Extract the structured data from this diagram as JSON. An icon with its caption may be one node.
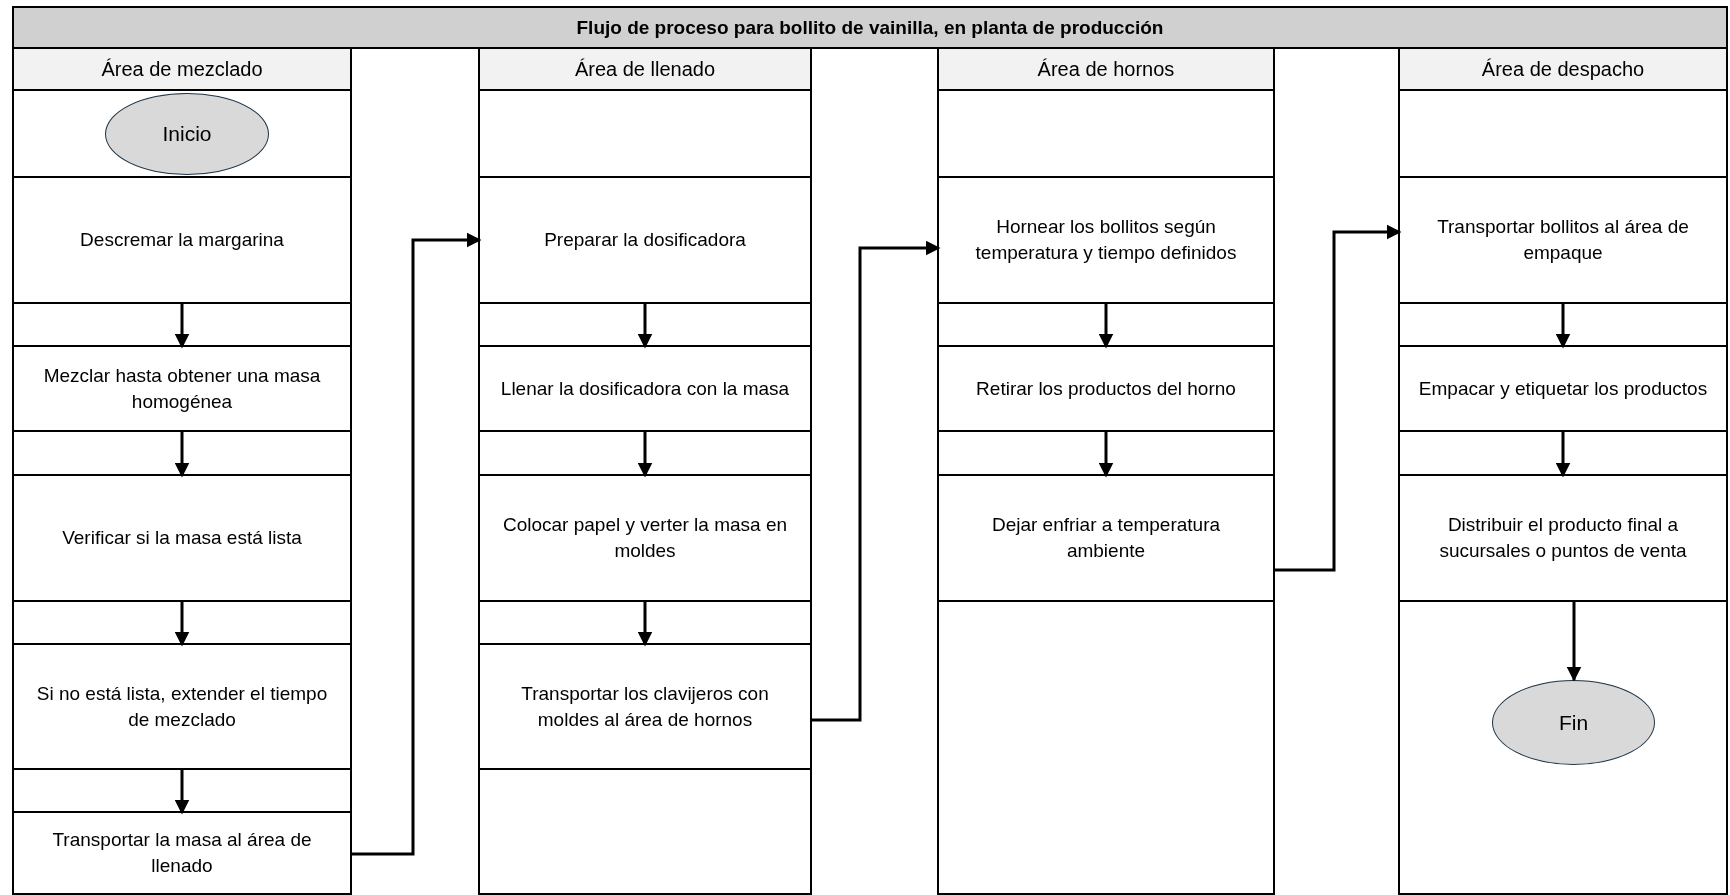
{
  "diagram": {
    "title": "Flujo de proceso para bollito de vainilla, en planta de producción",
    "nodes": [
      {
        "text": [
          "Área de mezclado"
        ]
      },
      {
        "text": [
          "Inicio"
        ],
        "in": 0
      },
      {
        "text": [
          "Descremar la margarina"
        ],
        "in": 0
      },
      {
        "text": [
          "Mezclar hasta obtener una masa homogénea"
        ],
        "in": 0
      },
      {
        "text": [
          "Verificar si la masa está lista"
        ],
        "in": 0
      },
      {
        "text": [
          "Si no está lista, extender el tiempo de mezclado"
        ],
        "in": 0
      },
      {
        "text": [
          "Transportar la masa al área de llenado"
        ],
        "in": 0
      },
      {
        "text": [
          "Área de llenado"
        ]
      },
      {
        "text": [
          "Preparar la dosificadora"
        ],
        "in": 7
      },
      {
        "text": [
          "Llenar la dosificadora con la masa"
        ],
        "in": 7
      },
      {
        "text": [
          "Colocar papel y verter la masa en moldes"
        ],
        "in": 7
      },
      {
        "text": [
          "Transportar los clavijeros con moldes al área de hornos"
        ],
        "in": 7
      },
      {
        "text": [
          "Área de hornos"
        ]
      },
      {
        "text": [
          "Hornear los bollitos según temperatura y tiempo definidos"
        ],
        "in": 12
      },
      {
        "text": [
          "Retirar los productos del horno"
        ],
        "in": 12
      },
      {
        "text": [
          "Dejar enfriar a temperatura ambiente"
        ],
        "in": 12
      },
      {
        "text": [
          "Área de despacho"
        ]
      },
      {
        "text": [
          "Transportar bollitos al área de empaque"
        ],
        "in": 16
      },
      {
        "text": [
          "Empacar y etiquetar los productos"
        ],
        "in": 16
      },
      {
        "text": [
          "Distribuir el producto final a sucursales o puntos de venta"
        ],
        "in": 16
      },
      {
        "text": [
          "Fin"
        ],
        "in": 16
      }
    ],
    "edges": [
      {
        "from": 2,
        "to": 3,
        "arrow": "to"
      },
      {
        "from": 3,
        "to": 4,
        "arrow": "to"
      },
      {
        "from": 4,
        "to": 5,
        "arrow": "to"
      },
      {
        "from": 5,
        "to": 6,
        "arrow": "to"
      },
      {
        "from": 6,
        "to": 8,
        "arrow": "to"
      },
      {
        "from": 8,
        "to": 9,
        "arrow": "to"
      },
      {
        "from": 9,
        "to": 10,
        "arrow": "to"
      },
      {
        "from": 10,
        "to": 11,
        "arrow": "to"
      },
      {
        "from": 11,
        "to": 13,
        "arrow": "to"
      },
      {
        "from": 13,
        "to": 14,
        "arrow": "to"
      },
      {
        "from": 14,
        "to": 15,
        "arrow": "to"
      },
      {
        "from": 15,
        "to": 17,
        "arrow": "to"
      },
      {
        "from": 17,
        "to": 18,
        "arrow": "to"
      },
      {
        "from": 18,
        "to": 19,
        "arrow": "to"
      },
      {
        "from": 19,
        "to": 20,
        "arrow": "to"
      }
    ]
  }
}
